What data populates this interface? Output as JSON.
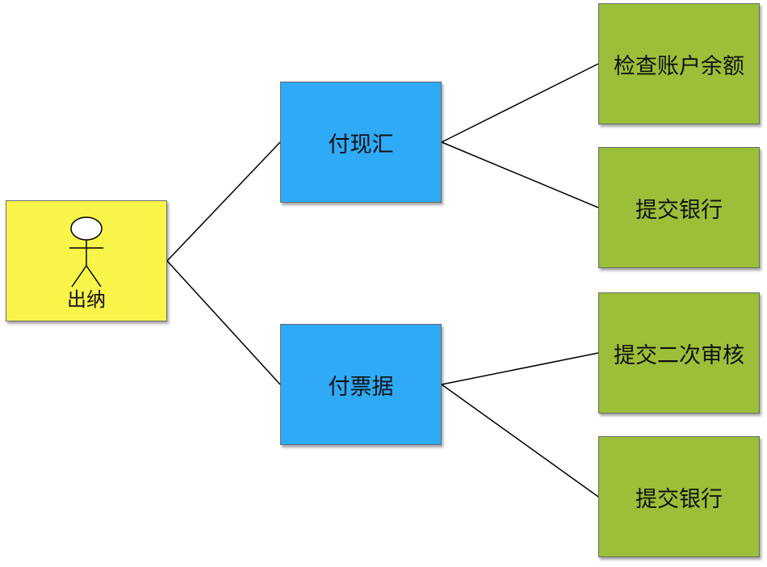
{
  "colors": {
    "actor_fill": "#f9f44a",
    "process_fill": "#2eaaf7",
    "task_fill": "#9bbf38",
    "line": "#000000"
  },
  "actor": {
    "icon": "stick-figure-icon",
    "label": "出纳"
  },
  "processes": [
    {
      "label": "付现汇",
      "tasks": [
        "检查账户余额",
        "提交银行"
      ]
    },
    {
      "label": "付票据",
      "tasks": [
        "提交二次审核",
        "提交银行"
      ]
    }
  ]
}
